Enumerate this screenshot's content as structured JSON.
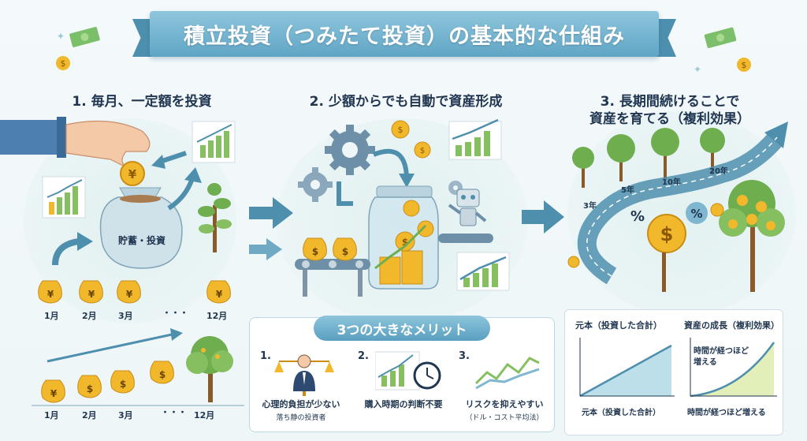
{
  "title": "積立投資（つみたて投資）の基本的な仕組み",
  "steps": [
    {
      "label": "1. 毎月、一定額を投資"
    },
    {
      "label": "2. 少額からでも自動で資産形成"
    },
    {
      "label_line1": "3. 長期間続けることで",
      "label_line2": "資産を育てる（複利効果）"
    }
  ],
  "bag_label": "貯蓄・投資",
  "months_top": [
    "1月",
    "2月",
    "3月",
    "・・・",
    "12月"
  ],
  "months_bottom": [
    "1月",
    "2月",
    "3月",
    "・・・",
    "12月"
  ],
  "years": [
    "3年",
    "5年",
    "10年",
    "20年"
  ],
  "percent_sign": "%",
  "merits": {
    "title": "3つの大きなメリット",
    "items": [
      {
        "num": "1.",
        "line1": "心理的負担が少ない",
        "line2": "落ち静の投資者"
      },
      {
        "num": "2.",
        "line1": "購入時期の判断不要",
        "line2": ""
      },
      {
        "num": "3.",
        "line1": "リスクを抑えやすい",
        "line2": "（ドル・コスト平均法）"
      }
    ]
  },
  "compare": {
    "left_title": "元本（投資した合計）",
    "left_caption": "元本（投資した合計）",
    "right_title": "資産の成長（複利効果）",
    "right_note_line1": "時間が経つほど",
    "right_note_line2": "増える",
    "right_caption": "時間が経つほど増える"
  },
  "colors": {
    "banner": "#6fb2d0",
    "navy": "#1f3550",
    "green": "#6fae4f",
    "gold": "#f2b82c",
    "teal": "#4f8fae"
  },
  "icons": [
    "hand-icon",
    "yen-coin-icon",
    "money-bag-icon",
    "gear-icon",
    "jar-icon",
    "robot-icon",
    "conveyor-icon",
    "tree-icon",
    "dollar-coin-icon",
    "scale-person-icon",
    "clock-icon",
    "banknote-icon"
  ]
}
